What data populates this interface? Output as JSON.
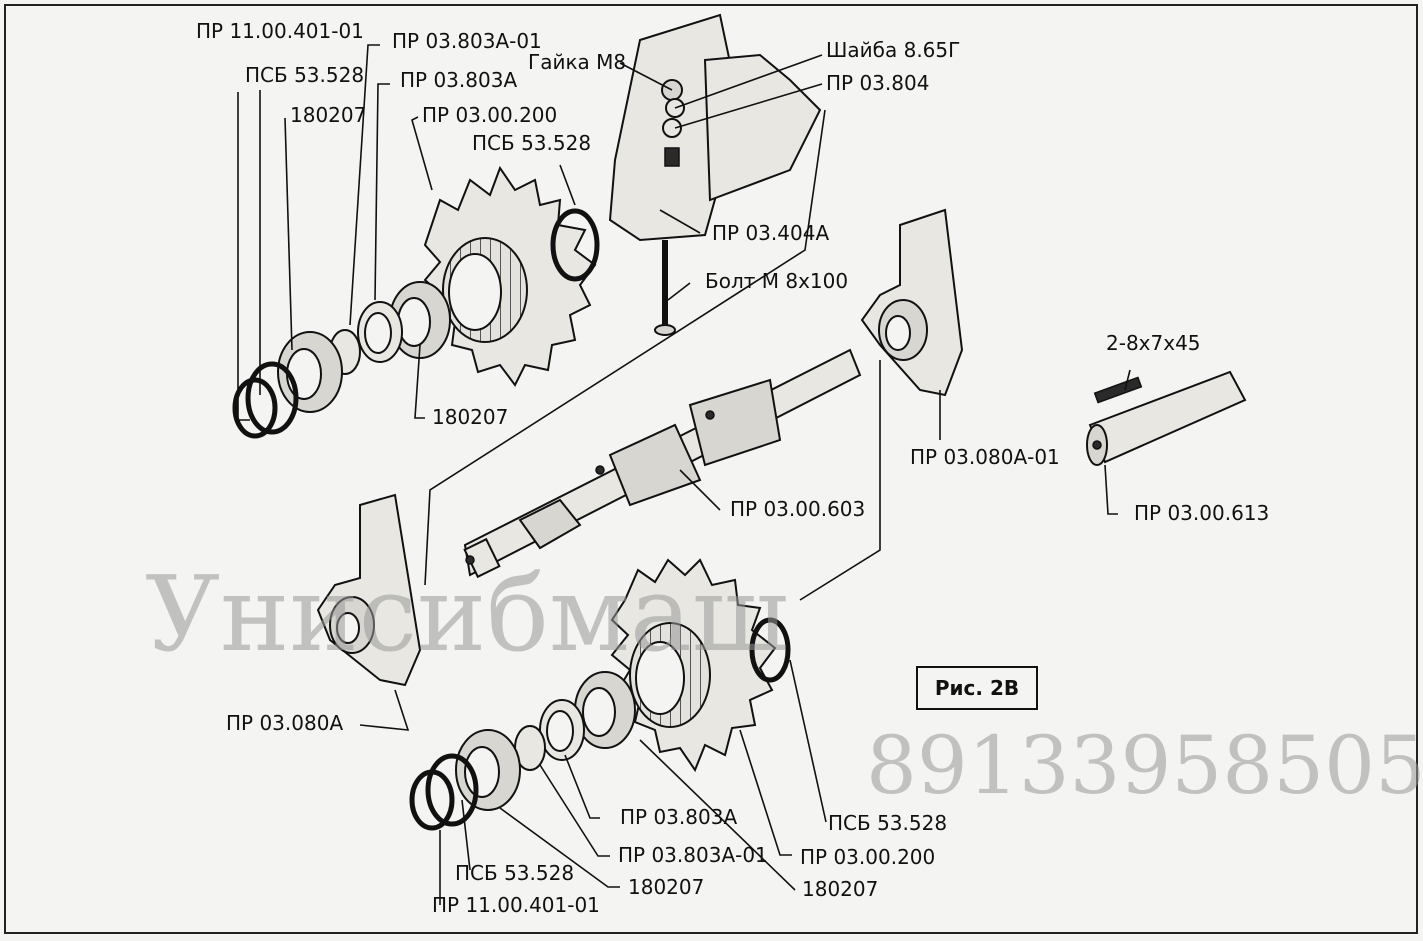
{
  "figure_label": "Рис. 2В",
  "watermark": {
    "text": "Унисибмаш",
    "phone": "89133958505"
  },
  "labels": {
    "l01": "ПР 11.00.401-01",
    "l02": "ПР 03.803А-01",
    "l03": "Гайка М8",
    "l04": "Шайба 8.65Г",
    "l05": "ПСБ 53.528",
    "l06": "ПР 03.803А",
    "l07": "ПР 03.804",
    "l08": "180207",
    "l09": "ПР 03.00.200",
    "l10": "ПСБ 53.528",
    "l11": "ПР 03.404А",
    "l12": "Болт М 8x100",
    "l13": "2-8x7x45",
    "l14": "180207",
    "l15": "ПР 03.080А-01",
    "l16": "ПР 03.00.603",
    "l17": "ПР 03.00.613",
    "l18": "ПР 03.080А",
    "l19": "ПСБ 53.528",
    "l20": "ПР 03.803А",
    "l21": "ПР 03.803А-01",
    "l22": "ПР 03.00.200",
    "l23": "ПСБ 53.528",
    "l24": "180207",
    "l25": "180207",
    "l26": "ПР 11.00.401-01"
  }
}
